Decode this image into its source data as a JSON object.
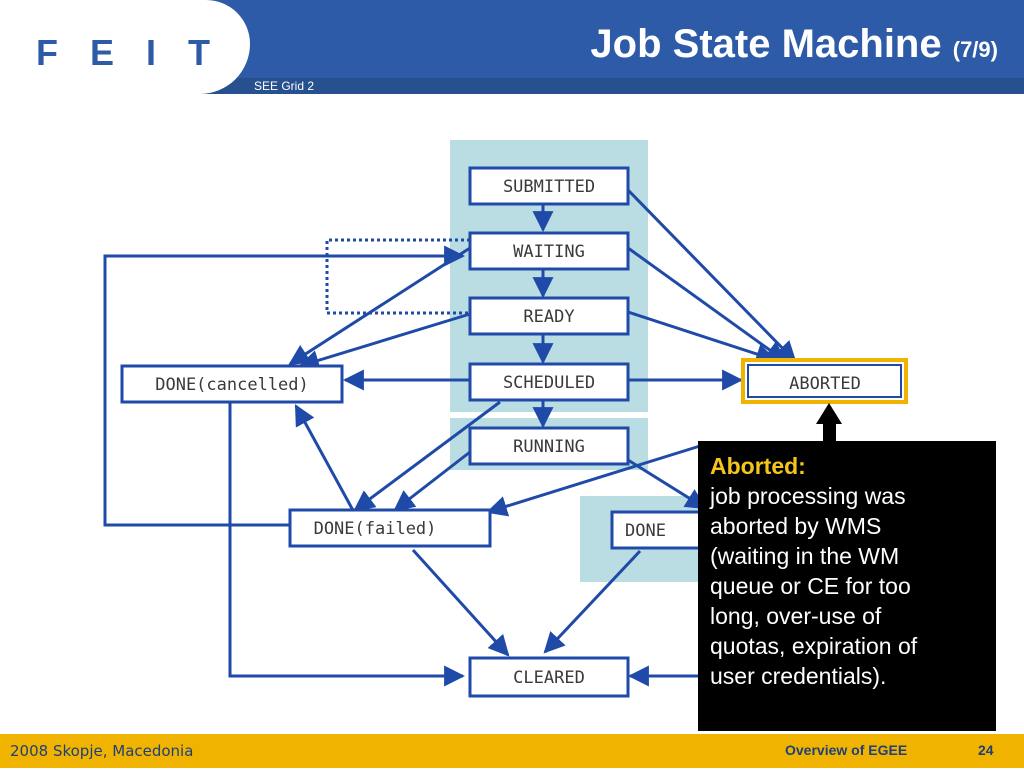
{
  "header": {
    "logo": "F E I T",
    "subtitle": "SEE Grid 2",
    "title": "Job State Machine",
    "title_page": "(7/9)"
  },
  "diagram": {
    "states": {
      "submitted": "SUBMITTED",
      "waiting": "WAITING",
      "ready": "READY",
      "scheduled": "SCHEDULED",
      "running": "RUNNING",
      "done_cancelled": "DONE(cancelled)",
      "done_failed": "DONE(failed)",
      "done_ok": "DONE",
      "aborted": "ABORTED",
      "cleared": "CLEARED"
    },
    "colors": {
      "arrow": "#1f4aa8",
      "band": "#b9dde3",
      "highlight": "#f0b400"
    }
  },
  "callout": {
    "heading": "Aborted:",
    "lines": [
      "job processing was",
      "aborted by WMS",
      "(waiting in the WM",
      "queue or CE for too",
      "long, over-use of",
      "quotas, expiration of",
      "user credentials)."
    ]
  },
  "footer": {
    "left": "2008 Skopje, Macedonia",
    "center": "Overview of EGEE",
    "page": "24"
  }
}
